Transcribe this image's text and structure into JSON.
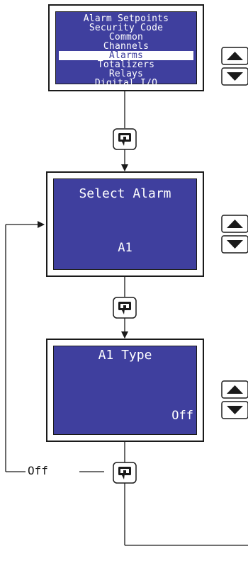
{
  "screens": {
    "menu": {
      "items": [
        "Alarm Setpoints",
        "Security Code",
        "Common",
        "Channels",
        "Alarms",
        "Totalizers",
        "Relays",
        "Digital I/O"
      ],
      "selected_index": 4
    },
    "select_alarm": {
      "title": "Select Alarm",
      "value": "A1"
    },
    "alarm_type": {
      "title": "A1 Type",
      "value": "Off"
    }
  },
  "loop_label": "Off",
  "icons": {
    "enter_key": "enter-key-icon",
    "up_key": "up-arrow-key-icon",
    "down_key": "down-arrow-key-icon"
  },
  "colors": {
    "screen_bg": "#3f3f9e",
    "screen_text": "#ffffff",
    "line": "#1a1a1a"
  }
}
